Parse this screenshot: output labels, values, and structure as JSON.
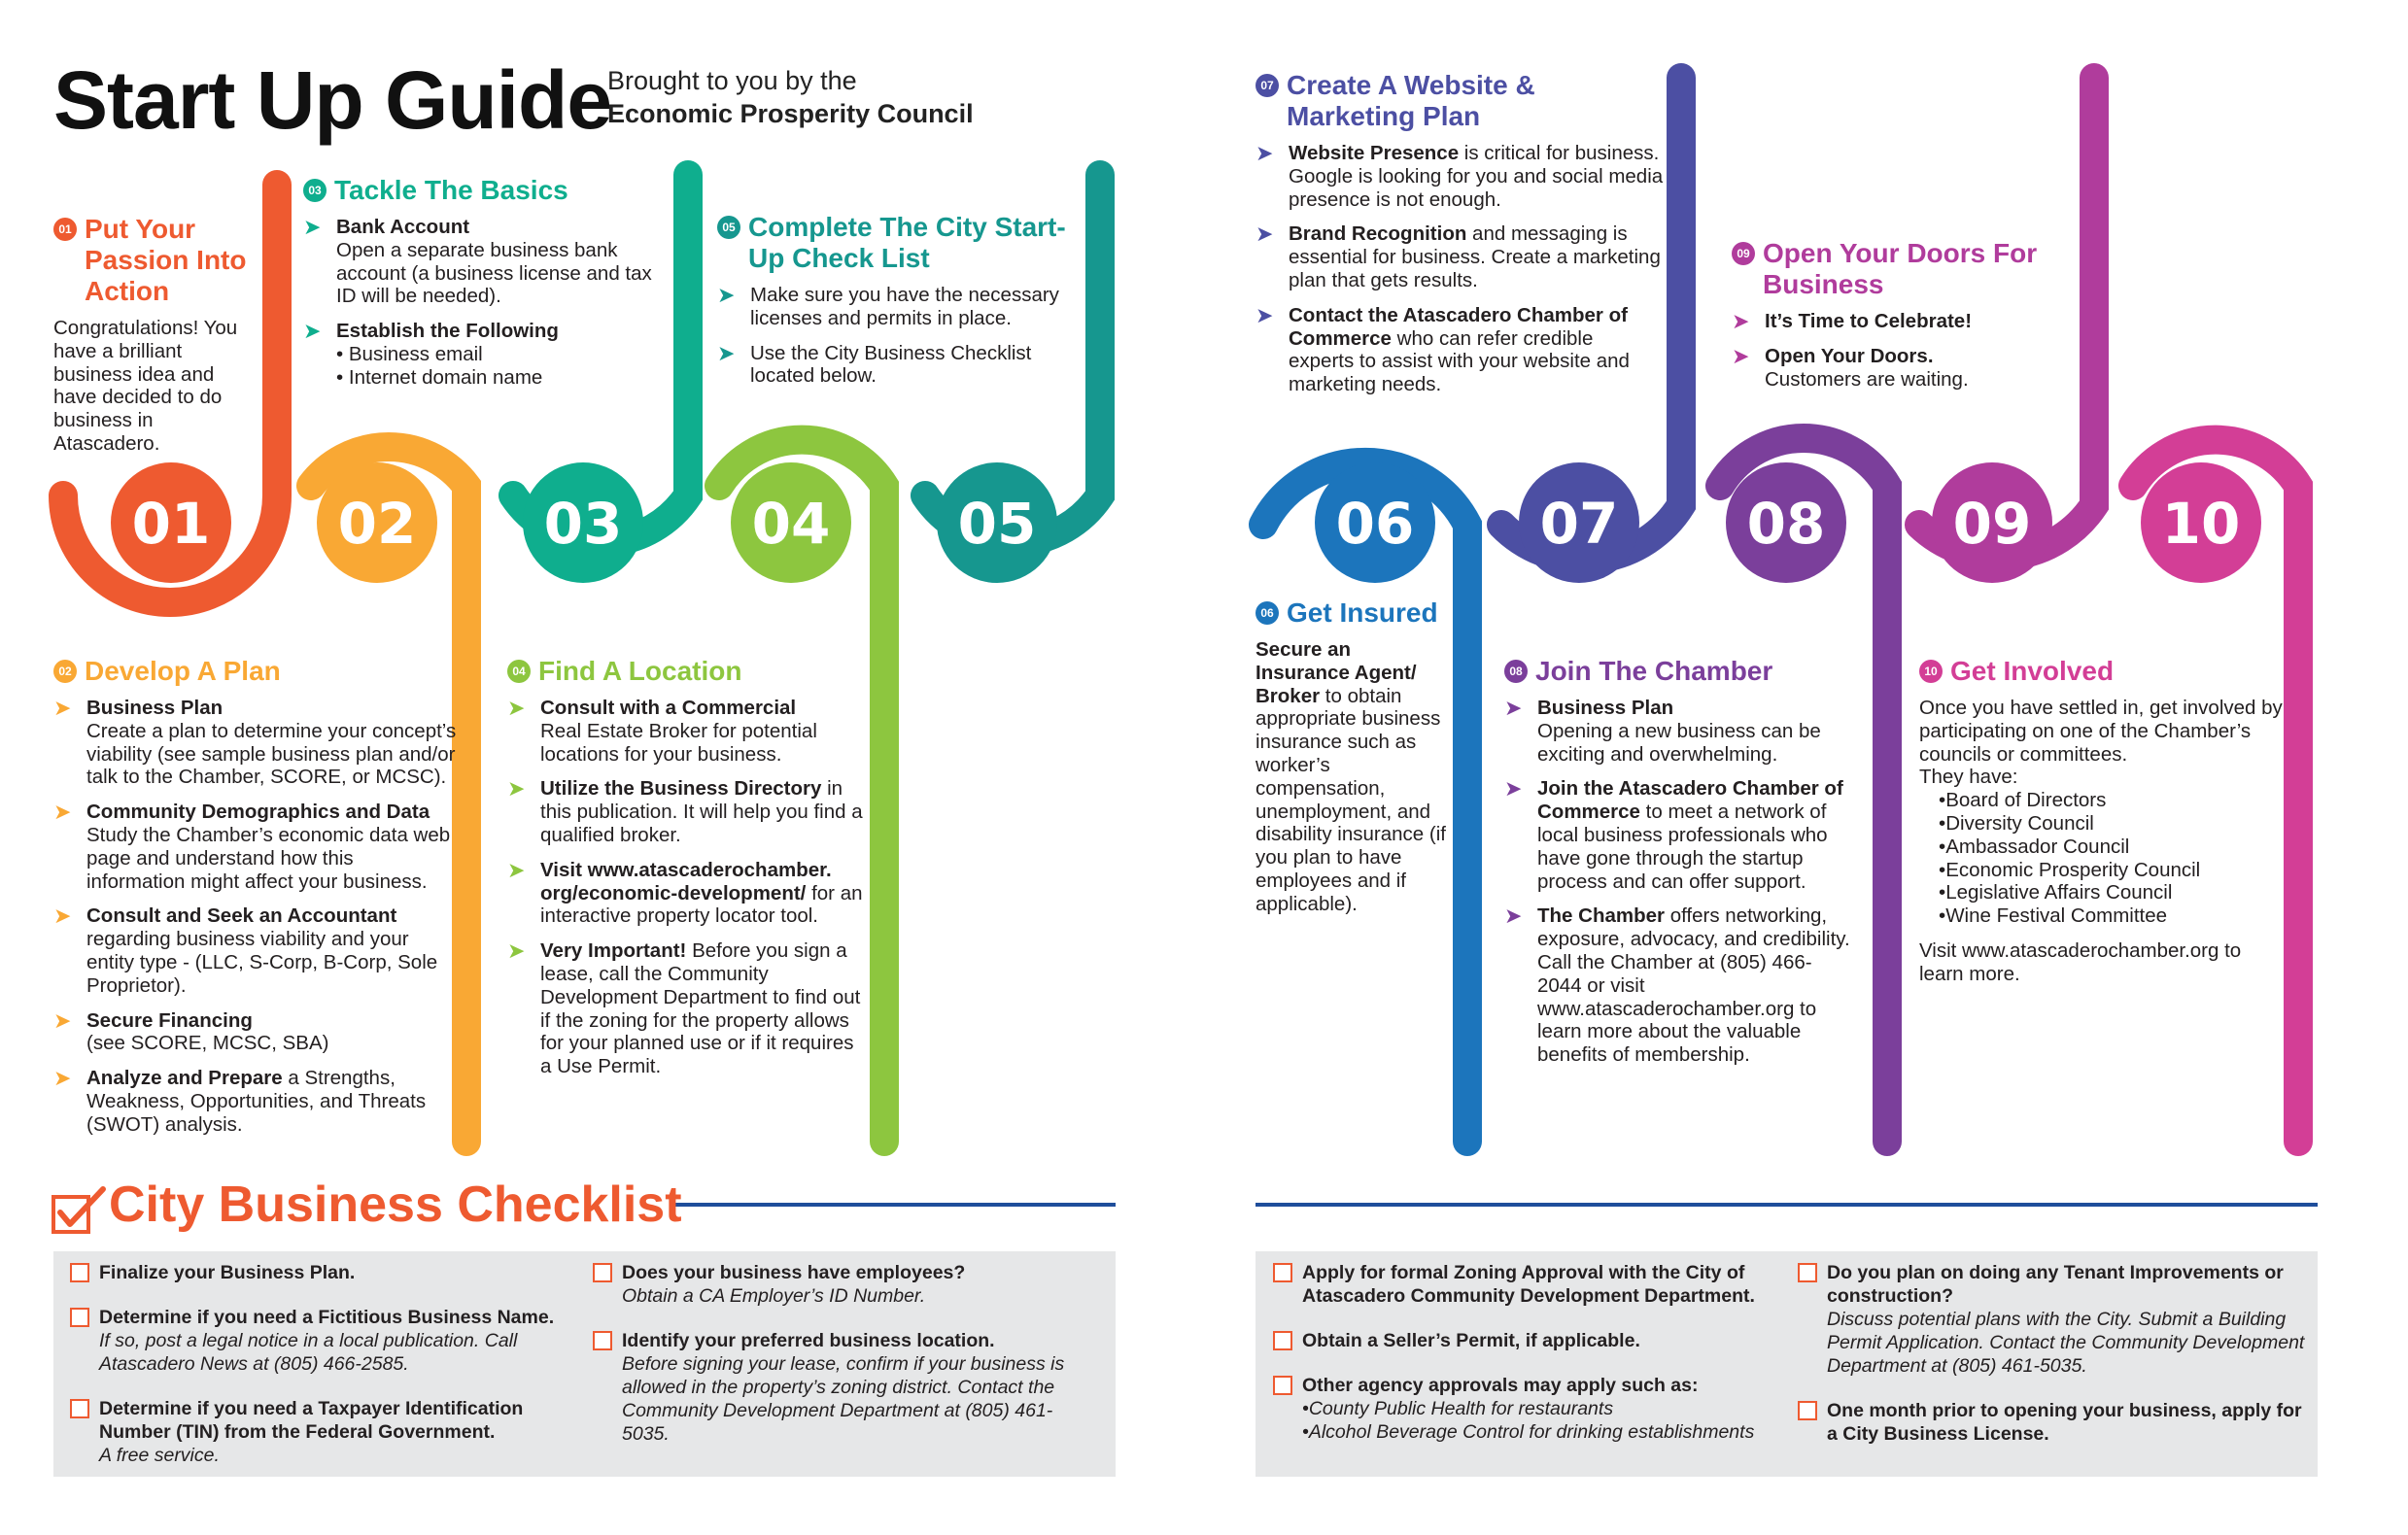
{
  "header": {
    "title": "Start Up Guide",
    "byline_line1": "Brought to you by the",
    "byline_line2": "Economic Prosperity Council"
  },
  "colors": {
    "s01": "#ee5a30",
    "s02": "#f9a834",
    "s03": "#0fae8e",
    "s04": "#8dc63f",
    "s05": "#16978f",
    "s06": "#1c75bc",
    "s07": "#4c4fa3",
    "s08": "#7b3f9b",
    "s09": "#b03c9c",
    "s10": "#d33e96",
    "rule": "#1f4e9b",
    "checkbox": "#ee5a30",
    "panel": "#e6e7e8"
  },
  "circles": [
    {
      "num": "01"
    },
    {
      "num": "02"
    },
    {
      "num": "03"
    },
    {
      "num": "04"
    },
    {
      "num": "05"
    },
    {
      "num": "06"
    },
    {
      "num": "07"
    },
    {
      "num": "08"
    },
    {
      "num": "09"
    },
    {
      "num": "10"
    }
  ],
  "steps": {
    "s01": {
      "badge": "01",
      "heading": "Put Your Passion Into Action",
      "body": "Congratulations! You have a brilliant business idea and have decided to do business in Atascadero."
    },
    "s02": {
      "badge": "02",
      "heading": "Develop A Plan",
      "items": [
        {
          "bold": "Business Plan",
          "rest": "",
          "sub": "Create a plan to determine your concept’s viability (see sample business plan and/or talk to the Chamber, SCORE, or MCSC)."
        },
        {
          "bold": "Community Demographics and Data",
          "rest": "",
          "sub": "Study the Chamber’s economic data web page and understand how this information might affect your business."
        },
        {
          "bold": "Consult and Seek an Accountant",
          "rest": "",
          "sub": "regarding business viability and your entity type - (LLC, S-Corp, B-Corp, Sole Proprietor)."
        },
        {
          "bold": "Secure Financing",
          "rest": "",
          "sub": "(see SCORE, MCSC, SBA)"
        },
        {
          "bold": "Analyze and Prepare",
          "rest": " a Strengths, Weakness, Opportunities, and Threats (SWOT) analysis.",
          "sub": ""
        }
      ]
    },
    "s03": {
      "badge": "03",
      "heading": "Tackle The Basics",
      "items": [
        {
          "bold": "Bank Account",
          "sub": "Open a separate business bank account (a business license and tax ID will be needed)."
        },
        {
          "bold": "Establish the Following",
          "bullets": [
            "Business email",
            "Internet domain name"
          ]
        }
      ]
    },
    "s04": {
      "badge": "04",
      "heading": "Find A Location",
      "items": [
        {
          "bold": "Consult with a Commercial",
          "rest": "",
          "sub": "Real Estate Broker for potential locations for your business."
        },
        {
          "bold": "Utilize the Business Directory",
          "rest": " in this publication. It will help you find a qualified broker.",
          "sub": ""
        },
        {
          "bold": "Visit www.atascaderochamber. org/economic-development/",
          "rest": " for an interactive property locator tool.",
          "sub": ""
        },
        {
          "bold": "Very Important!",
          "rest": " Before you sign a lease, call the Community Development Department to find out if the zoning for the property allows for your planned use or if it requires a Use Permit.",
          "sub": ""
        }
      ]
    },
    "s05": {
      "badge": "05",
      "heading": "Complete The City Start-Up Check List",
      "items": [
        {
          "text": "Make sure you have the necessary licenses and permits in place."
        },
        {
          "text": "Use the City Business Checklist located below."
        }
      ]
    },
    "s06": {
      "badge": "06",
      "heading": "Get Insured",
      "bold": "Secure an Insurance Agent/ Broker",
      "rest": " to obtain appropriate business insurance such as worker’s compensation, unemployment, and disability insurance (if you plan to have employees and if applicable)."
    },
    "s07": {
      "badge": "07",
      "heading": "Create A Website & Marketing Plan",
      "items": [
        {
          "bold": "Website Presence",
          "rest": " is critical for business. Google is looking for you and social media presence is not enough."
        },
        {
          "bold": "Brand Recognition",
          "rest": " and messaging is essential for business. Create a marketing plan that gets results."
        },
        {
          "bold": "Contact the Atascadero Chamber of Commerce",
          "rest": " who can refer credible experts to assist with your website and marketing needs."
        }
      ]
    },
    "s08": {
      "badge": "08",
      "heading": "Join The Chamber",
      "items": [
        {
          "bold": "Business Plan",
          "rest": "",
          "sub": "Opening a new business can be exciting and overwhelming."
        },
        {
          "bold": "Join the Atascadero Chamber of Commerce",
          "rest": " to meet a network of local business professionals who have gone through the startup process and can offer support.",
          "sub": ""
        },
        {
          "bold": "The Chamber",
          "rest": " offers networking, exposure, advocacy, and credibility. Call the Chamber at (805) 466-2044 or visit www.atascaderochamber.org to learn more about the valuable benefits of membership.",
          "sub": ""
        }
      ]
    },
    "s09": {
      "badge": "09",
      "heading": "Open Your Doors For Business",
      "items": [
        {
          "bold": "It’s Time to Celebrate!",
          "sub": ""
        },
        {
          "bold": "Open Your Doors.",
          "sub": "Customers are waiting."
        }
      ]
    },
    "s10": {
      "badge": "10",
      "heading": "Get Involved",
      "intro": "Once you have settled in, get involved by participating on one of the Chamber’s councils or committees.",
      "they_have": "They have:",
      "list": [
        "Board of Directors",
        "Diversity Council",
        "Ambassador Council",
        "Economic Prosperity Council",
        "Legislative Affairs Council",
        "Wine Festival Committee"
      ],
      "outro": "Visit www.atascaderochamber.org to learn more."
    }
  },
  "checklist": {
    "title": "City Business Checklist",
    "left_col1": [
      {
        "bold": "Finalize your Business Plan.",
        "note": ""
      },
      {
        "bold": "Determine if you need a Fictitious Business Name.",
        "note": "If so, post a legal notice in a local publication. Call Atascadero News at (805) 466-2585."
      },
      {
        "bold": "Determine if you need a Taxpayer Identification Number (TIN) from the Federal Government.",
        "note": "A free service."
      }
    ],
    "left_col2": [
      {
        "bold": "Does your business have employees?",
        "note": "Obtain a CA Employer’s ID Number."
      },
      {
        "bold": "Identify your preferred business location.",
        "note": "Before signing your lease, confirm if your business is allowed in the property’s zoning district. Contact the Community Development Department at (805) 461-5035."
      }
    ],
    "right_col1": [
      {
        "bold": "Apply for formal Zoning Approval with the City of Atascadero Community Development Department.",
        "note": ""
      },
      {
        "bold": "Obtain a Seller’s Permit, if applicable.",
        "note": ""
      },
      {
        "bold": "Other agency approvals may apply such as:",
        "note": "•County Public Health for restaurants",
        "note2": "•Alcohol Beverage Control for drinking establishments"
      }
    ],
    "right_col2": [
      {
        "bold": "Do you plan on doing any Tenant Improvements or construction?",
        "note": "Discuss potential plans with the City. Submit a Building Permit Application. Contact the Community Development Department at (805) 461-5035."
      },
      {
        "bold": "One month prior to opening your business, apply for a City Business License.",
        "note": ""
      }
    ]
  }
}
